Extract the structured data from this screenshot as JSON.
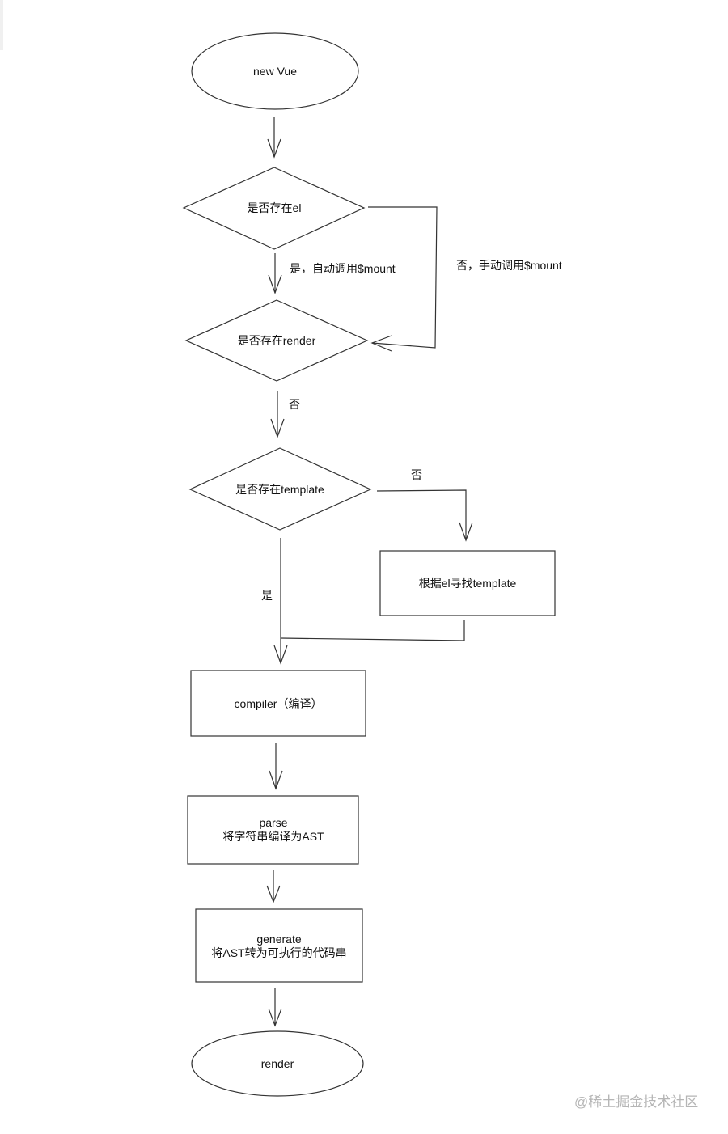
{
  "nodes": {
    "new_vue": "new Vue",
    "has_el": "是否存在el",
    "has_render": "是否存在render",
    "has_template": "是否存在template",
    "find_template": "根据el寻找template",
    "compiler": "compiler（编译）",
    "parse_title": "parse",
    "parse_desc": "将字符串编译为AST",
    "generate_title": "generate",
    "generate_desc": "将AST转为可执行的代码串",
    "render_end": "render"
  },
  "edges": {
    "el_yes": "是，自动调用$mount",
    "el_no": "否，手动调用$mount",
    "render_no": "否",
    "template_no": "否",
    "template_yes": "是"
  },
  "watermark": "@稀土掘金技术社区"
}
